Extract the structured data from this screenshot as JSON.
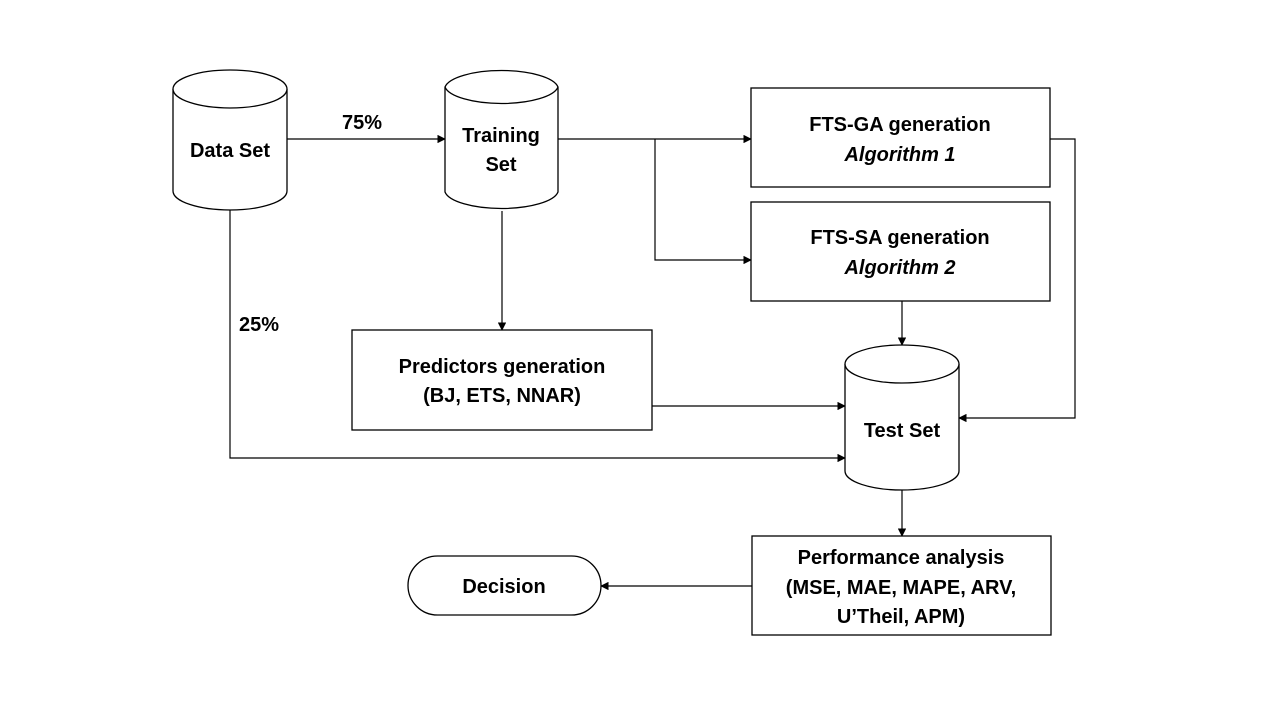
{
  "nodes": {
    "data_set": {
      "label": "Data Set"
    },
    "training_set": {
      "line1": "Training",
      "line2": "Set"
    },
    "fts_ga": {
      "line1": "FTS-GA generation",
      "line2": "Algorithm 1"
    },
    "fts_sa": {
      "line1": "FTS-SA generation",
      "line2": "Algorithm 2"
    },
    "predictors": {
      "line1": "Predictors generation",
      "line2": "(BJ,  ETS, NNAR)"
    },
    "test_set": {
      "label": "Test Set"
    },
    "performance": {
      "line1": "Performance analysis",
      "line2": "(MSE, MAE, MAPE, ARV,",
      "line3": "U’Theil, APM)"
    },
    "decision": {
      "label": "Decision"
    }
  },
  "edges": {
    "train_split": {
      "label": "75%"
    },
    "test_split": {
      "label": "25%"
    }
  }
}
